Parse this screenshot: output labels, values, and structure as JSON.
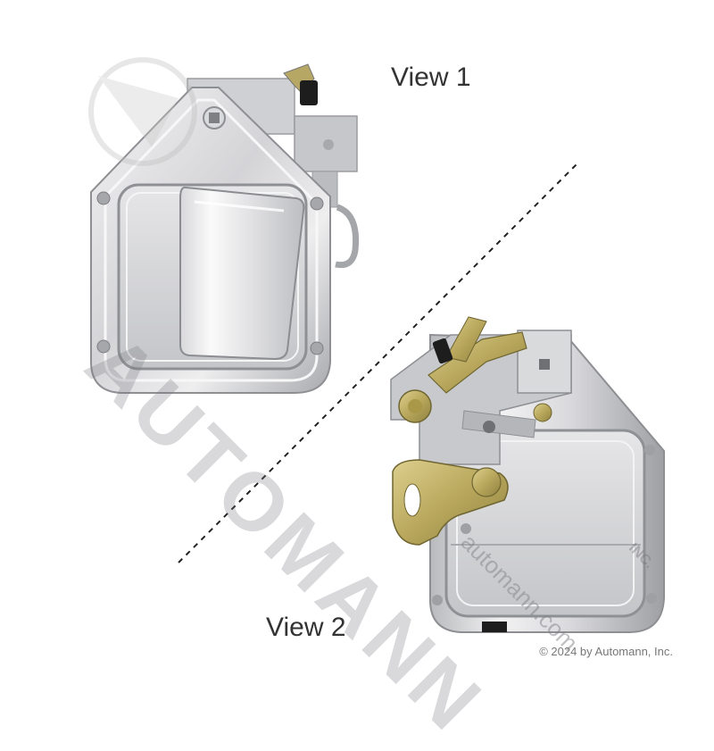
{
  "labels": {
    "view1": "View 1",
    "view2": "View 2"
  },
  "watermark": {
    "brand": "AUTOMANN",
    "suffix": "INC.",
    "site": "automann.com"
  },
  "copyright": "© 2024 by Automann, Inc.",
  "colors": {
    "chrome_light": "#e9e9ea",
    "chrome_mid": "#c9c9cc",
    "chrome_dark": "#8e8f93",
    "zinc_gold": "#c8b871",
    "black_plastic": "#1d1d1d",
    "label_text": "#333333"
  }
}
